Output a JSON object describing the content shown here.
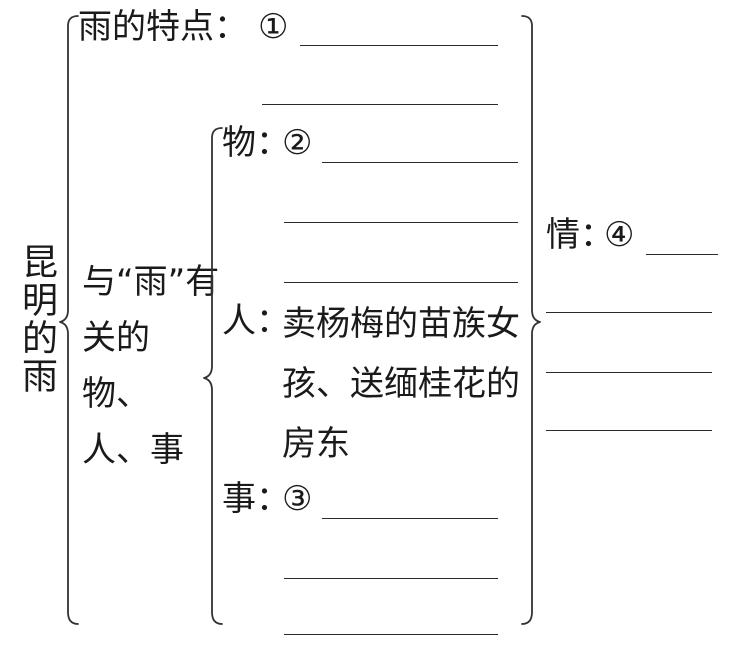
{
  "root": {
    "title": "昆明的雨"
  },
  "branch_features": {
    "label": "雨的特点：",
    "marker": "①"
  },
  "branch_related": {
    "label": "与“雨”有关的物、人、事"
  },
  "sub_items": {
    "object": {
      "label": "物：",
      "marker": "②"
    },
    "people": {
      "label": "人：",
      "text": "卖杨梅的苗族女孩、送缅桂花的房东"
    },
    "event": {
      "label": "事：",
      "marker": "③"
    }
  },
  "emotion": {
    "label": "情：",
    "marker": "④"
  }
}
